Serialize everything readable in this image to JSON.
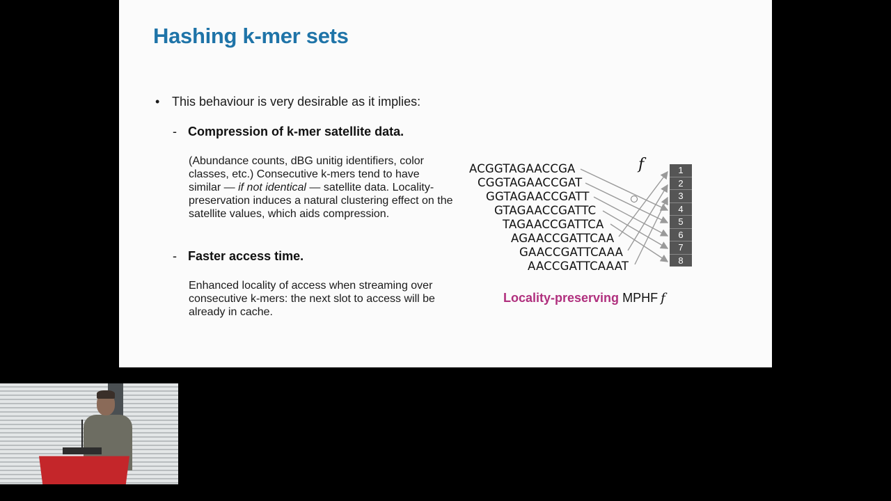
{
  "slide": {
    "title": "Hashing k-mer sets",
    "bullet": {
      "marker": "•",
      "text": "This behaviour is very desirable as it implies:"
    },
    "points": [
      {
        "marker": "-",
        "heading": "Compression of k-mer satellite data.",
        "body_pre": "(Abundance counts, dBG unitig identifiers, color classes, etc.) Consecutive k-mers tend to have similar — ",
        "body_italic": "if not identical",
        "body_post": " — satellite data. Locality-preservation induces a natural clustering effect on the satellite values, which aids compression."
      },
      {
        "marker": "-",
        "heading": "Faster access time.",
        "body": "Enhanced locality of access when streaming over consecutive k-mers: the next slot to access will be already in cache."
      }
    ],
    "diagram": {
      "function_label": "f",
      "kmers": [
        "ACGGTAGAACCGA",
        "CGGTAGAACCGAT",
        "GGTAGAACCGATT",
        "GTAGAACCGATTC",
        "TAGAACCGATTCA",
        "AGAACCGATTCAA",
        "GAACCGATTCAAA",
        "AACCGATTCAAAT"
      ],
      "slots": [
        "1",
        "2",
        "3",
        "4",
        "5",
        "6",
        "7",
        "8"
      ],
      "mapping": [
        4,
        5,
        6,
        7,
        8,
        1,
        2,
        3
      ],
      "arrow_color": "#9a9a9a",
      "slot_color": "#555555"
    },
    "caption": {
      "accent": "Locality-preserving",
      "rest": "MPHF",
      "symbol": "f",
      "accent_color": "#b0307e"
    },
    "title_color": "#1f74a8"
  },
  "webcam": {
    "description": "speaker at red podium"
  }
}
